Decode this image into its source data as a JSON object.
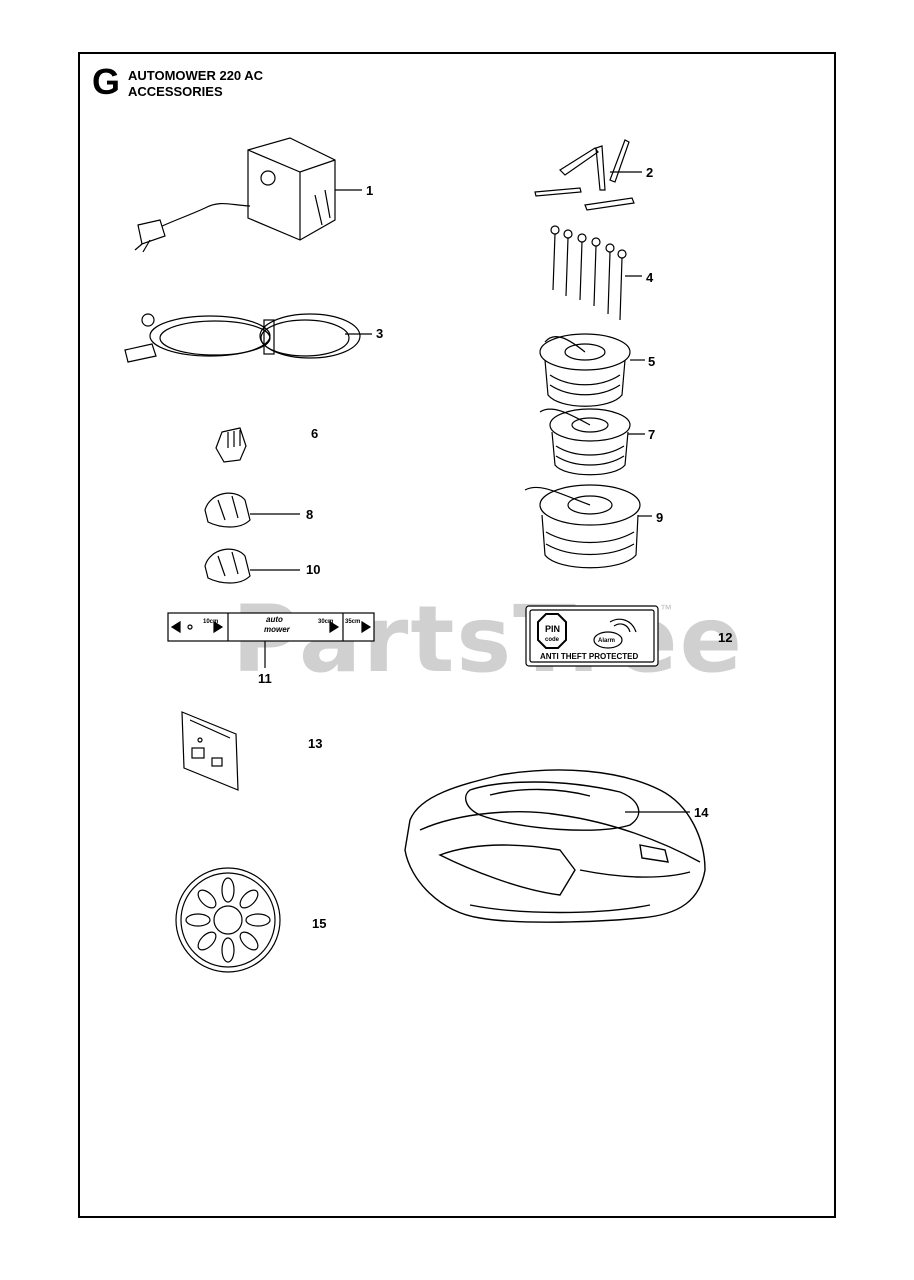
{
  "header": {
    "section_letter": "G",
    "title_line1": "AUTOMOWER 220 AC",
    "title_line2": "ACCESSORIES"
  },
  "callouts": [
    "1",
    "2",
    "3",
    "4",
    "5",
    "6",
    "7",
    "8",
    "9",
    "10",
    "11",
    "12",
    "13",
    "14",
    "15"
  ],
  "decal_12": {
    "text": "ANTI THEFT PROTECTED",
    "pin_label": "PIN",
    "pin_sub": "code",
    "alarm_label": "Alarm"
  },
  "ruler_11": {
    "brand_top": "auto",
    "brand_bottom": "mower",
    "mark_a": "10cm",
    "mark_b": "30cm",
    "mark_c": "35cm"
  },
  "watermark": {
    "text": "PartsTree",
    "tm": "™"
  },
  "colors": {
    "line": "#000000",
    "watermark": "#d0d0d0"
  }
}
